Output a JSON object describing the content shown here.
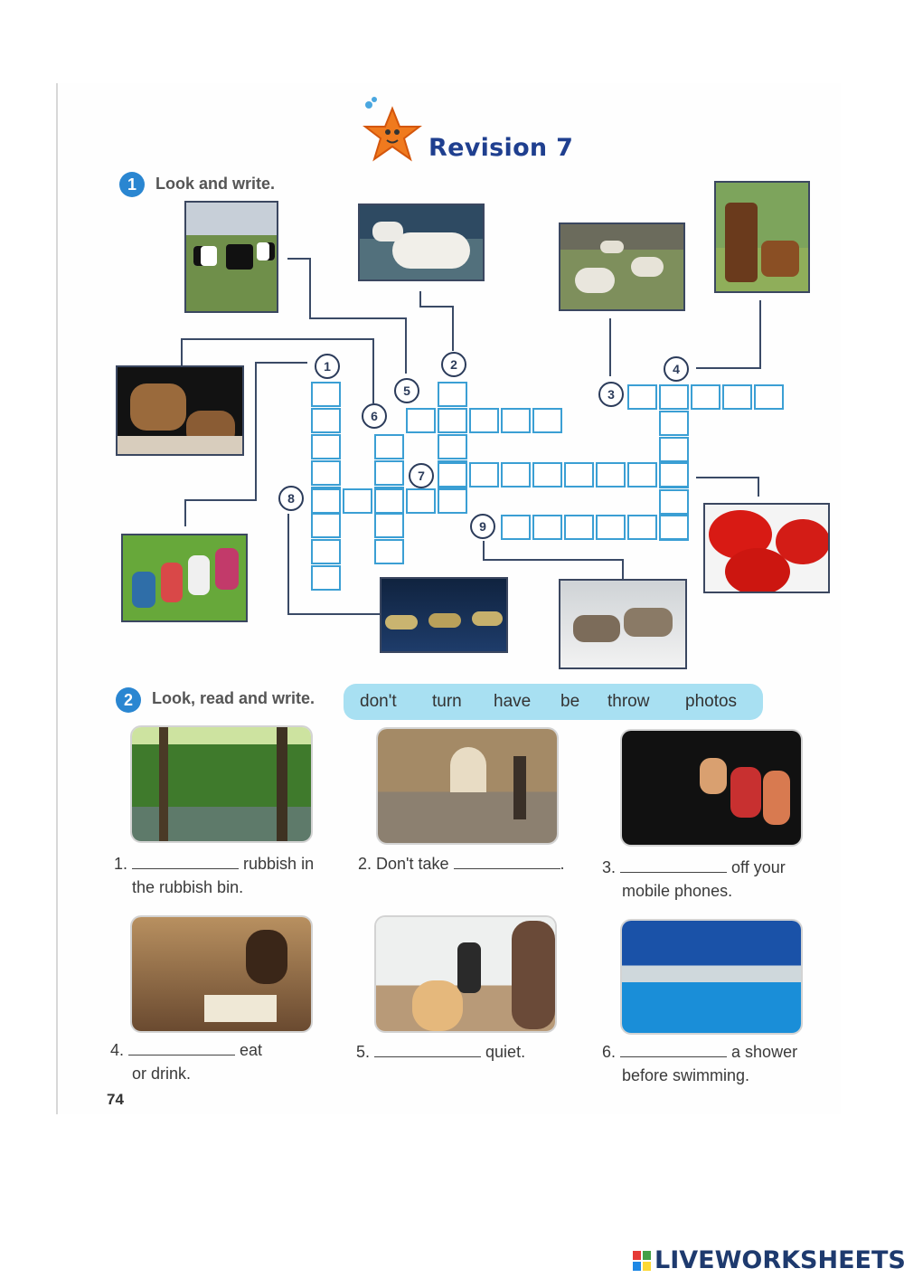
{
  "title": "Revision 7",
  "exercise1": {
    "number": "1",
    "instruction": "Look and write.",
    "clue_numbers": [
      "1",
      "2",
      "3",
      "4",
      "5",
      "6",
      "7",
      "8",
      "9"
    ]
  },
  "exercise2": {
    "number": "2",
    "instruction": "Look, read and write.",
    "words": [
      "don't",
      "turn",
      "have",
      "be",
      "throw",
      "photos"
    ],
    "sentences": [
      {
        "num": "1.",
        "before": "",
        "after": " rubbish in",
        "line2": "the rubbish bin."
      },
      {
        "num": "2.",
        "before": " Don't take ",
        "after": ".",
        "line2": ""
      },
      {
        "num": "3.",
        "before": "",
        "after": " off your",
        "line2": "mobile phones."
      },
      {
        "num": "4.",
        "before": "",
        "after": " eat",
        "line2": "or drink."
      },
      {
        "num": "5.",
        "before": "",
        "after": " quiet.",
        "line2": ""
      },
      {
        "num": "6.",
        "before": "",
        "after": " a shower",
        "line2": "before swimming."
      }
    ]
  },
  "page_number": "74",
  "watermark": "LIVEWORKSHEETS",
  "images": [
    "cows-photo",
    "goats-photo",
    "sheep-photo",
    "horses-photo",
    "lynx-photo",
    "children-photo",
    "ducks-photo",
    "wolves-photo",
    "tomatoes-photo",
    "park-photo",
    "museum-photo",
    "cinema-photo",
    "library-photo",
    "classroom-photo",
    "pool-photo"
  ]
}
